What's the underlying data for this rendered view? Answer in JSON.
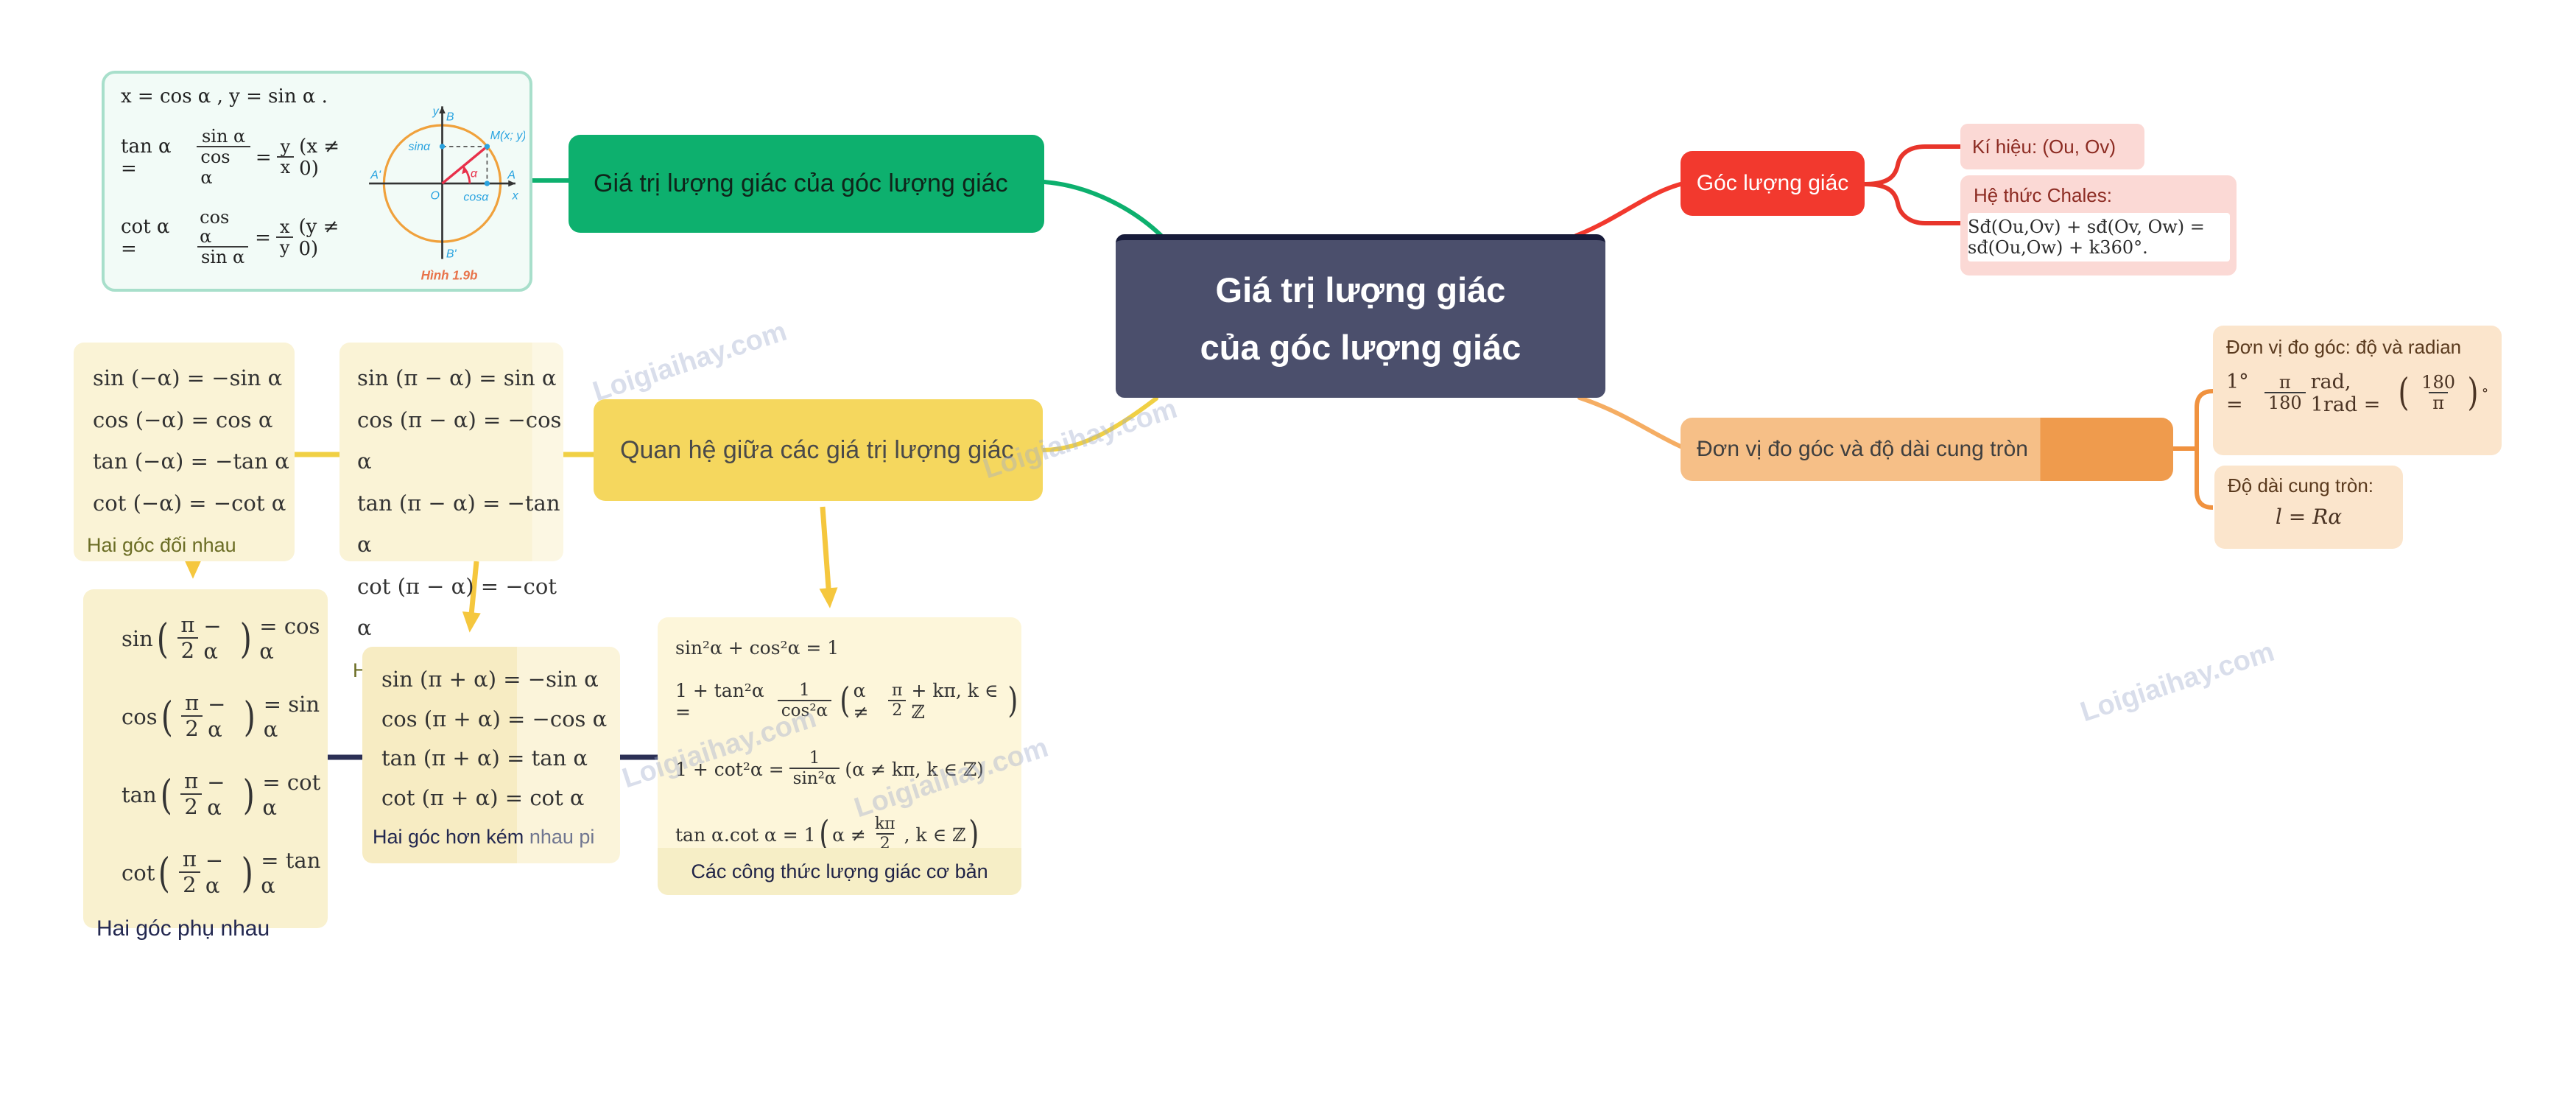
{
  "root": {
    "line1": "Giá trị lượng giác",
    "line2": "của góc lượng giác"
  },
  "nodes": {
    "topic_left": "Giá trị lượng giác của góc lượng giác",
    "goc": "Góc lượng giác",
    "donvi": "Đơn vị đo góc và độ dài cung tròn",
    "quanhe": "Quan hệ giữa các giá trị lượng giác"
  },
  "figure": {
    "formula_xy": "x = cos α ,  y = sin α .",
    "tan": {
      "lhs": "tan α =",
      "num1": "sin α",
      "den1": "cos α",
      "eq": "=",
      "num2": "y",
      "den2": "x",
      "cond": "(x ≠ 0)"
    },
    "cot": {
      "lhs": "cot α =",
      "num1": "cos α",
      "den1": "sin α",
      "eq": "=",
      "num2": "x",
      "den2": "y",
      "cond": "(y ≠ 0)"
    },
    "circle": {
      "y_label": "y",
      "b": "B",
      "m": "M(x; y)",
      "sin": "sinα",
      "a_prime": "A'",
      "a": "A",
      "x_label": "x",
      "o": "O",
      "cos": "cosα",
      "b_prime": "B'",
      "alpha": "α",
      "caption": "Hình 1.9b"
    }
  },
  "goc_branch": {
    "kihieu": "Kí hiệu: (Ou, Ov)",
    "hethuc_title": "Hệ thức Chales:",
    "hethuc_formula": "Sđ(Ou,Ov) + sđ(Ov, Ow) = sđ(Ou,Ow) + k360°."
  },
  "donvi_branch": {
    "unit_title": "Đơn vị đo góc: độ và radian",
    "unit_f": {
      "p1": "1° =",
      "num1": "π",
      "den1": "180",
      "p2": "rad, 1rad =",
      "num2": "180",
      "den2": "π",
      "deg": "°"
    },
    "arc_title": "Độ dài cung tròn:",
    "arc_formula": "l = Rα"
  },
  "quanhe_branch": {
    "doi": {
      "f1": "sin (−α) = −sin α",
      "f2": "cos (−α) = cos α",
      "f3": "tan (−α) = −tan α",
      "f4": "cot (−α) = −cot α",
      "label": "Hai góc đối nhau"
    },
    "bu": {
      "f1": "sin (π − α) = sin α",
      "f2": "cos (π − α) = −cos α",
      "f3": "tan (π − α) = −tan α",
      "f4": "cot (π − α) = −cot α",
      "label": "Hai góc bù nhau"
    },
    "phu": {
      "rows": [
        {
          "fn": "sin",
          "num": "π",
          "den": "2",
          "mid": "− α",
          "rhs": "= cos α"
        },
        {
          "fn": "cos",
          "num": "π",
          "den": "2",
          "mid": "− α",
          "rhs": "= sin α"
        },
        {
          "fn": "tan",
          "num": "π",
          "den": "2",
          "mid": "− α",
          "rhs": "= cot α"
        },
        {
          "fn": "cot",
          "num": "π",
          "den": "2",
          "mid": "− α",
          "rhs": "= tan α"
        }
      ],
      "label": "Hai góc phụ nhau"
    },
    "honkem": {
      "f1": "sin (π + α) = −sin α",
      "f2": "cos (π + α) = −cos α",
      "f3": "tan (π + α) = tan α",
      "f4": "cot (π + α) = cot α",
      "label_dark": "Hai góc hơn kém",
      "label_light": "nhau pi"
    },
    "coban": {
      "f1": "sin²α + cos²α = 1",
      "f2": {
        "pre": "1 + tan²α =",
        "num": "1",
        "den": "cos²α",
        "c1": "α ≠",
        "cnum": "π",
        "cden": "2",
        "c2": "+ kπ, k ∈ ℤ"
      },
      "f3": {
        "pre": "1 + cot²α =",
        "num": "1",
        "den": "sin²α",
        "cond": "(α ≠ kπ, k ∈ ℤ)"
      },
      "f4": {
        "pre": "tan α.cot α = 1",
        "c1": "α ≠",
        "cnum": "kπ",
        "cden": "2",
        "c2": ", k ∈ ℤ"
      },
      "label": "Các công thức lượng giác cơ bản"
    }
  },
  "watermark": "Loigiaihay.com",
  "colors": {
    "green": "#0db06e",
    "red": "#f2392e",
    "orange": "#ef9b4d",
    "yellow": "#f5d75e",
    "navy": "#2b2f55",
    "center": "#4b4f6c"
  }
}
